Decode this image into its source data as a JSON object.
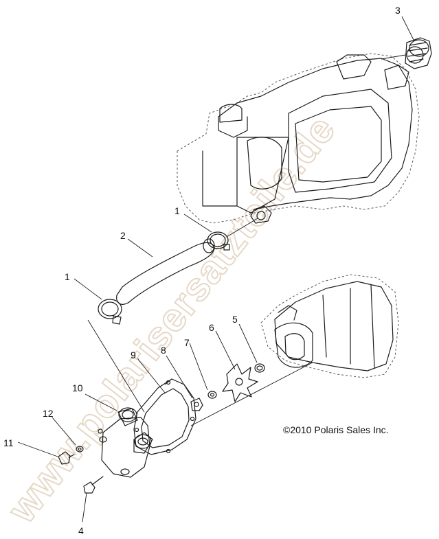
{
  "diagram": {
    "callouts": {
      "c1a": "1",
      "c1b": "1",
      "c2": "2",
      "c3": "3",
      "c4": "4",
      "c5": "5",
      "c6": "6",
      "c7": "7",
      "c8": "8",
      "c9": "9",
      "c10": "10",
      "c11": "11",
      "c12": "12"
    },
    "copyright": "©2010 Polaris Sales Inc.",
    "watermark": "www.polarisersatzteile.de"
  }
}
